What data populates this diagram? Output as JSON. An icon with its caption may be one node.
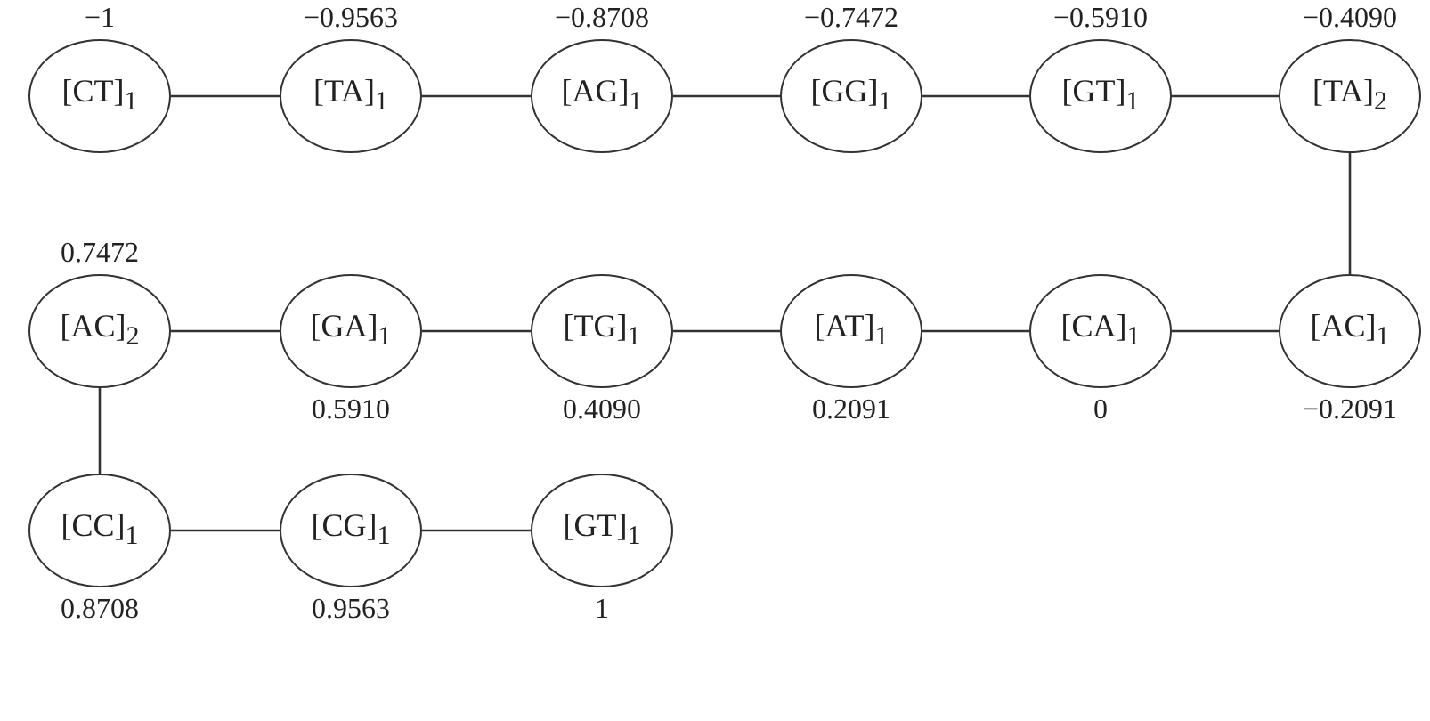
{
  "diagram": {
    "nodes": [
      {
        "text": [
          "[CT]$_{1}$"
        ],
        "beside": [
          "−1"
        ]
      },
      {
        "text": [
          "[TA]$_{1}$"
        ],
        "beside": [
          "−0.9563"
        ]
      },
      {
        "text": [
          "[AG]$_{1}$"
        ],
        "beside": [
          "−0.8708"
        ]
      },
      {
        "text": [
          "[GG]$_{1}$"
        ],
        "beside": [
          "−0.7472"
        ]
      },
      {
        "text": [
          "[GT]$_{1}$"
        ],
        "beside": [
          "−0.5910"
        ]
      },
      {
        "text": [
          "[TA]$_{2}$"
        ],
        "beside": [
          "−0.4090"
        ]
      },
      {
        "text": [
          "[AC]$_{2}$"
        ],
        "beside": [
          "0.7472"
        ]
      },
      {
        "text": [
          "[GA]$_{1}$"
        ],
        "beside": [
          "0.5910"
        ]
      },
      {
        "text": [
          "[TG]$_{1}$"
        ],
        "beside": [
          "0.4090"
        ]
      },
      {
        "text": [
          "[AT]$_{1}$"
        ],
        "beside": [
          "0.2091"
        ]
      },
      {
        "text": [
          "[CA]$_{1}$"
        ],
        "beside": [
          "0"
        ]
      },
      {
        "text": [
          "[AC]$_{1}$"
        ],
        "beside": [
          "−0.2091"
        ]
      },
      {
        "text": [
          "[CC]$_{1}$"
        ],
        "beside": [
          "0.8708"
        ]
      },
      {
        "text": [
          "[CG]$_{1}$"
        ],
        "beside": [
          "0.9563"
        ]
      },
      {
        "text": [
          "[GT]$_{1}$"
        ],
        "beside": [
          "1"
        ]
      }
    ],
    "edges": [
      {
        "from": 0,
        "to": 1,
        "arrow": "none"
      },
      {
        "from": 1,
        "to": 2,
        "arrow": "none"
      },
      {
        "from": 2,
        "to": 3,
        "arrow": "none"
      },
      {
        "from": 3,
        "to": 4,
        "arrow": "none"
      },
      {
        "from": 4,
        "to": 5,
        "arrow": "none"
      },
      {
        "from": 5,
        "to": 11,
        "arrow": "none"
      },
      {
        "from": 11,
        "to": 10,
        "arrow": "none"
      },
      {
        "from": 10,
        "to": 9,
        "arrow": "none"
      },
      {
        "from": 9,
        "to": 8,
        "arrow": "none"
      },
      {
        "from": 8,
        "to": 7,
        "arrow": "none"
      },
      {
        "from": 7,
        "to": 6,
        "arrow": "none"
      },
      {
        "from": 6,
        "to": 12,
        "arrow": "none"
      },
      {
        "from": 12,
        "to": 13,
        "arrow": "none"
      },
      {
        "from": 13,
        "to": 14,
        "arrow": "none"
      }
    ]
  }
}
